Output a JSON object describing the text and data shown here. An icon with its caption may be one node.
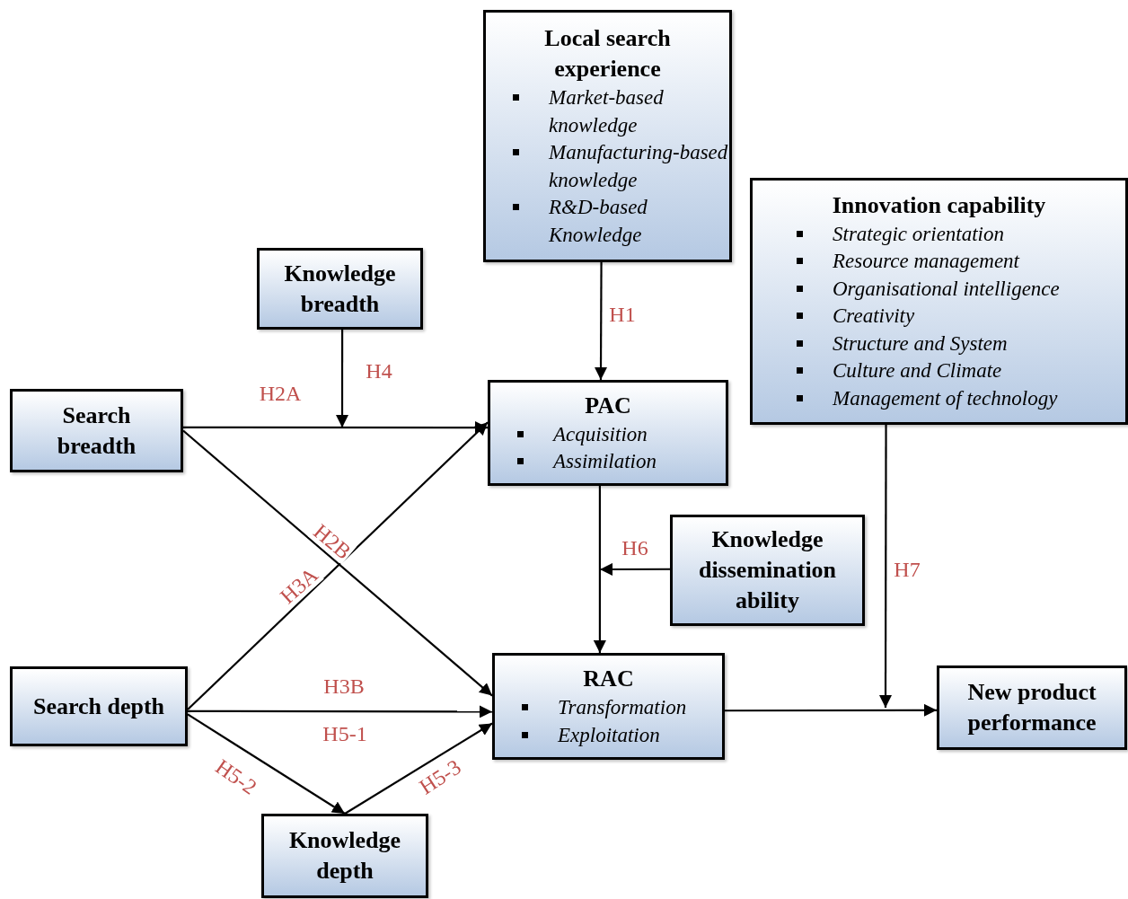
{
  "diagram": {
    "nodes": [
      {
        "text": [
          "Local search experience",
          "Market-based knowledge",
          "Manufacturing-based knowledge",
          "R&D-based Knowledge"
        ]
      },
      {
        "text": [
          "Innovation capability",
          "Strategic orientation",
          "Resource management",
          "Organisational intelligence",
          "Creativity",
          "Structure and System",
          "Culture and Climate",
          "Management of technology"
        ]
      },
      {
        "text": [
          "Knowledge breadth"
        ]
      },
      {
        "text": [
          "Search breadth"
        ]
      },
      {
        "text": [
          "PAC",
          "Acquisition",
          "Assimilation"
        ]
      },
      {
        "text": [
          "Knowledge dissemination ability"
        ]
      },
      {
        "text": [
          "Search depth"
        ]
      },
      {
        "text": [
          "RAC",
          "Transformation",
          "Exploitation"
        ]
      },
      {
        "text": [
          "New product performance"
        ]
      },
      {
        "text": [
          "Knowledge depth"
        ]
      }
    ],
    "edges": [
      {
        "from": 0,
        "to": 4,
        "arrow": "to",
        "label": "H1"
      },
      {
        "from": 3,
        "to": 4,
        "arrow": "to",
        "label": "H2A"
      },
      {
        "from": 2,
        "to": null,
        "arrow": "to",
        "label": "H4"
      },
      {
        "from": 3,
        "to": 7,
        "arrow": "to",
        "label": "H2B"
      },
      {
        "from": 6,
        "to": 4,
        "arrow": "to",
        "label": "H3A"
      },
      {
        "from": 6,
        "to": 7,
        "arrow": "to",
        "label": "H3B"
      },
      {
        "from": 6,
        "to": 9,
        "arrow": "to",
        "label": "H5-2"
      },
      {
        "from": 9,
        "to": 7,
        "arrow": "to",
        "label": "H5-3"
      },
      {
        "from": 4,
        "to": 7,
        "arrow": "to"
      },
      {
        "from": 5,
        "to": null,
        "arrow": "to",
        "label": "H6"
      },
      {
        "from": 1,
        "to": null,
        "arrow": "to",
        "label": "H7"
      },
      {
        "from": 7,
        "to": 8,
        "arrow": "to"
      }
    ],
    "labels": [
      "H5-1"
    ]
  }
}
